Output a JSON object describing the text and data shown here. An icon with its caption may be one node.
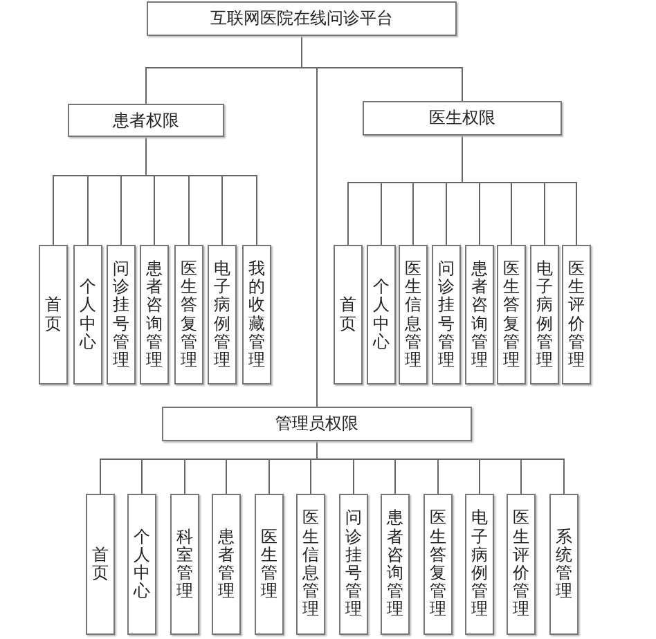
{
  "diagram": {
    "nodes": [
      {
        "text": [
          "互联网医院在线问诊平台"
        ]
      },
      {
        "text": [
          "患者权限"
        ]
      },
      {
        "text": [
          "医生权限"
        ]
      },
      {
        "text": [
          "首页"
        ]
      },
      {
        "text": [
          "个人中心"
        ]
      },
      {
        "text": [
          "问诊挂号管理"
        ]
      },
      {
        "text": [
          "患者咨询管理"
        ]
      },
      {
        "text": [
          "医生答复管理"
        ]
      },
      {
        "text": [
          "电子病例管理"
        ]
      },
      {
        "text": [
          "我的收藏管理"
        ]
      },
      {
        "text": [
          "首页"
        ]
      },
      {
        "text": [
          "个人中心"
        ]
      },
      {
        "text": [
          "医生信息管理"
        ]
      },
      {
        "text": [
          "问诊挂号管理"
        ]
      },
      {
        "text": [
          "患者咨询管理"
        ]
      },
      {
        "text": [
          "医生答复管理"
        ]
      },
      {
        "text": [
          "电子病例管理"
        ]
      },
      {
        "text": [
          "医生评价管理"
        ]
      },
      {
        "text": [
          "管理员权限"
        ]
      },
      {
        "text": [
          "首页"
        ]
      },
      {
        "text": [
          "个人中心"
        ]
      },
      {
        "text": [
          "科室管理"
        ]
      },
      {
        "text": [
          "患者管理"
        ]
      },
      {
        "text": [
          "医生管理"
        ]
      },
      {
        "text": [
          "医生信息管理"
        ]
      },
      {
        "text": [
          "问诊挂号管理"
        ]
      },
      {
        "text": [
          "患者咨询管理"
        ]
      },
      {
        "text": [
          "医生答复管理"
        ]
      },
      {
        "text": [
          "电子病例管理"
        ]
      },
      {
        "text": [
          "医生评价管理"
        ]
      },
      {
        "text": [
          "系统管理"
        ]
      }
    ],
    "edges": [
      {
        "from": 0,
        "to": 1,
        "arrow": "none"
      },
      {
        "from": 0,
        "to": 2,
        "arrow": "none"
      },
      {
        "from": 0,
        "to": 18,
        "arrow": "none"
      },
      {
        "from": 1,
        "to": 3,
        "arrow": "none"
      },
      {
        "from": 1,
        "to": 4,
        "arrow": "none"
      },
      {
        "from": 1,
        "to": 5,
        "arrow": "none"
      },
      {
        "from": 1,
        "to": 6,
        "arrow": "none"
      },
      {
        "from": 1,
        "to": 7,
        "arrow": "none"
      },
      {
        "from": 1,
        "to": 8,
        "arrow": "none"
      },
      {
        "from": 1,
        "to": 9,
        "arrow": "none"
      },
      {
        "from": 2,
        "to": 10,
        "arrow": "none"
      },
      {
        "from": 2,
        "to": 11,
        "arrow": "none"
      },
      {
        "from": 2,
        "to": 12,
        "arrow": "none"
      },
      {
        "from": 2,
        "to": 13,
        "arrow": "none"
      },
      {
        "from": 2,
        "to": 14,
        "arrow": "none"
      },
      {
        "from": 2,
        "to": 15,
        "arrow": "none"
      },
      {
        "from": 2,
        "to": 16,
        "arrow": "none"
      },
      {
        "from": 2,
        "to": 17,
        "arrow": "none"
      },
      {
        "from": 18,
        "to": 19,
        "arrow": "none"
      },
      {
        "from": 18,
        "to": 20,
        "arrow": "none"
      },
      {
        "from": 18,
        "to": 21,
        "arrow": "none"
      },
      {
        "from": 18,
        "to": 22,
        "arrow": "none"
      },
      {
        "from": 18,
        "to": 23,
        "arrow": "none"
      },
      {
        "from": 18,
        "to": 24,
        "arrow": "none"
      },
      {
        "from": 18,
        "to": 25,
        "arrow": "none"
      },
      {
        "from": 18,
        "to": 26,
        "arrow": "none"
      },
      {
        "from": 18,
        "to": 27,
        "arrow": "none"
      },
      {
        "from": 18,
        "to": 28,
        "arrow": "none"
      },
      {
        "from": 18,
        "to": 29,
        "arrow": "none"
      },
      {
        "from": 18,
        "to": 30,
        "arrow": "none"
      }
    ]
  }
}
